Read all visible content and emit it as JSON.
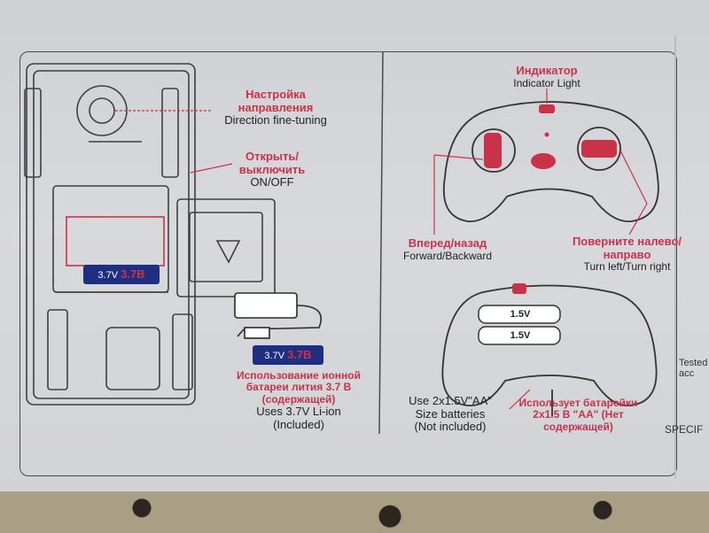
{
  "direction": {
    "ru": "Настройка направления",
    "en": "Direction fine-tuning"
  },
  "power": {
    "ru": "Открыть/ выключить",
    "en": "ON/OFF"
  },
  "car_battery_label": "3.7V",
  "car_battery_big": "3.7B",
  "cable_battery_label": "3.7V",
  "cable_battery_big": "3.7B",
  "li_ion": {
    "ru": "Использование ионной батареи лития 3.7 В (содержащей)",
    "en1": "Uses 3.7V Li-ion",
    "en2": "(Included)"
  },
  "indicator": {
    "ru": "Индикатор",
    "en": "Indicator Light"
  },
  "forward": {
    "ru": "Вперед/назад",
    "en": "Forward/Backward"
  },
  "turn": {
    "ru": "Поверните налево/направо",
    "en": "Turn left/Turn right"
  },
  "batteries_en": {
    "line1": "Use 2x1.5V\"AA\"",
    "line2": "Size batteries",
    "line3": "(Not included)"
  },
  "batteries_ru": "Использует батарейки 2x1.5 В \"AA\" (Нет содержащей)",
  "aa_1": "1.5V",
  "aa_2": "1.5V",
  "side_spec": "SPECIF",
  "side_tested": "Tested acc"
}
